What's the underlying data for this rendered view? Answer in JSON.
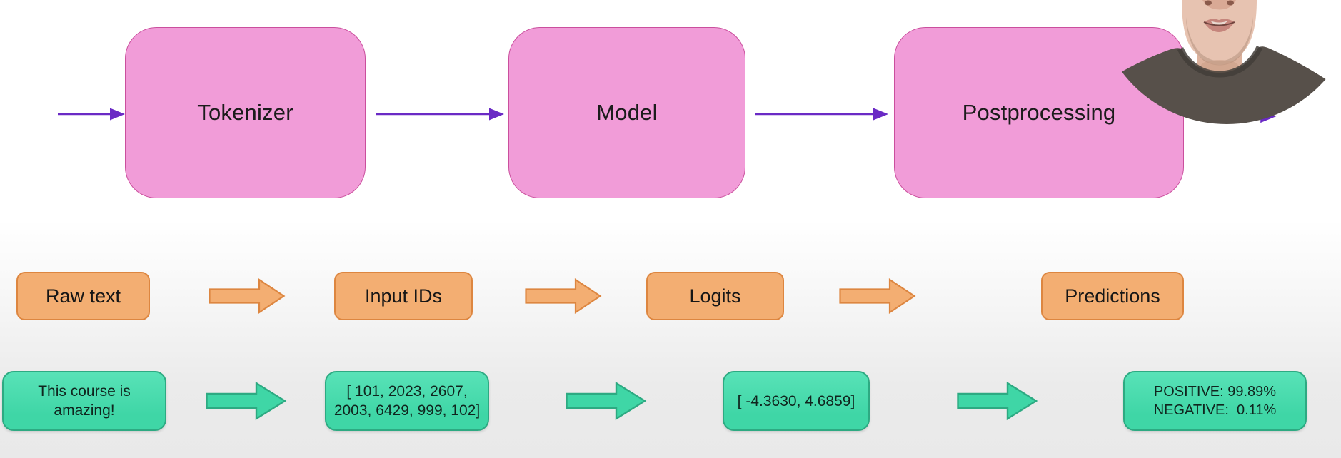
{
  "slide": {
    "stages": [
      {
        "label": "Tokenizer"
      },
      {
        "label": "Model"
      },
      {
        "label": "Postprocessing"
      }
    ],
    "artifacts": [
      {
        "label": "Raw text"
      },
      {
        "label": "Input IDs"
      },
      {
        "label": "Logits"
      },
      {
        "label": "Predictions"
      }
    ],
    "examples": [
      {
        "line1": "This course is",
        "line2": "amazing!"
      },
      {
        "line1": "[ 101, 2023, 2607,",
        "line2": "2003, 6429, 999, 102]"
      },
      {
        "line1": "[ -4.3630, 4.6859]",
        "line2": ""
      },
      {
        "line1": "POSITIVE: 99.89%",
        "line2": "NEGATIVE:  0.11%"
      }
    ]
  },
  "colors": {
    "stage_fill": "#f19cd8",
    "stage_border": "#ca4f9d",
    "flow_arrow": "#6a2ac5",
    "artifact_fill": "#f3ae72",
    "artifact_border": "#dd8640",
    "example_fill": "#3fd6a6",
    "example_fill_light": "#58e2b7",
    "example_border": "#2daa82"
  }
}
